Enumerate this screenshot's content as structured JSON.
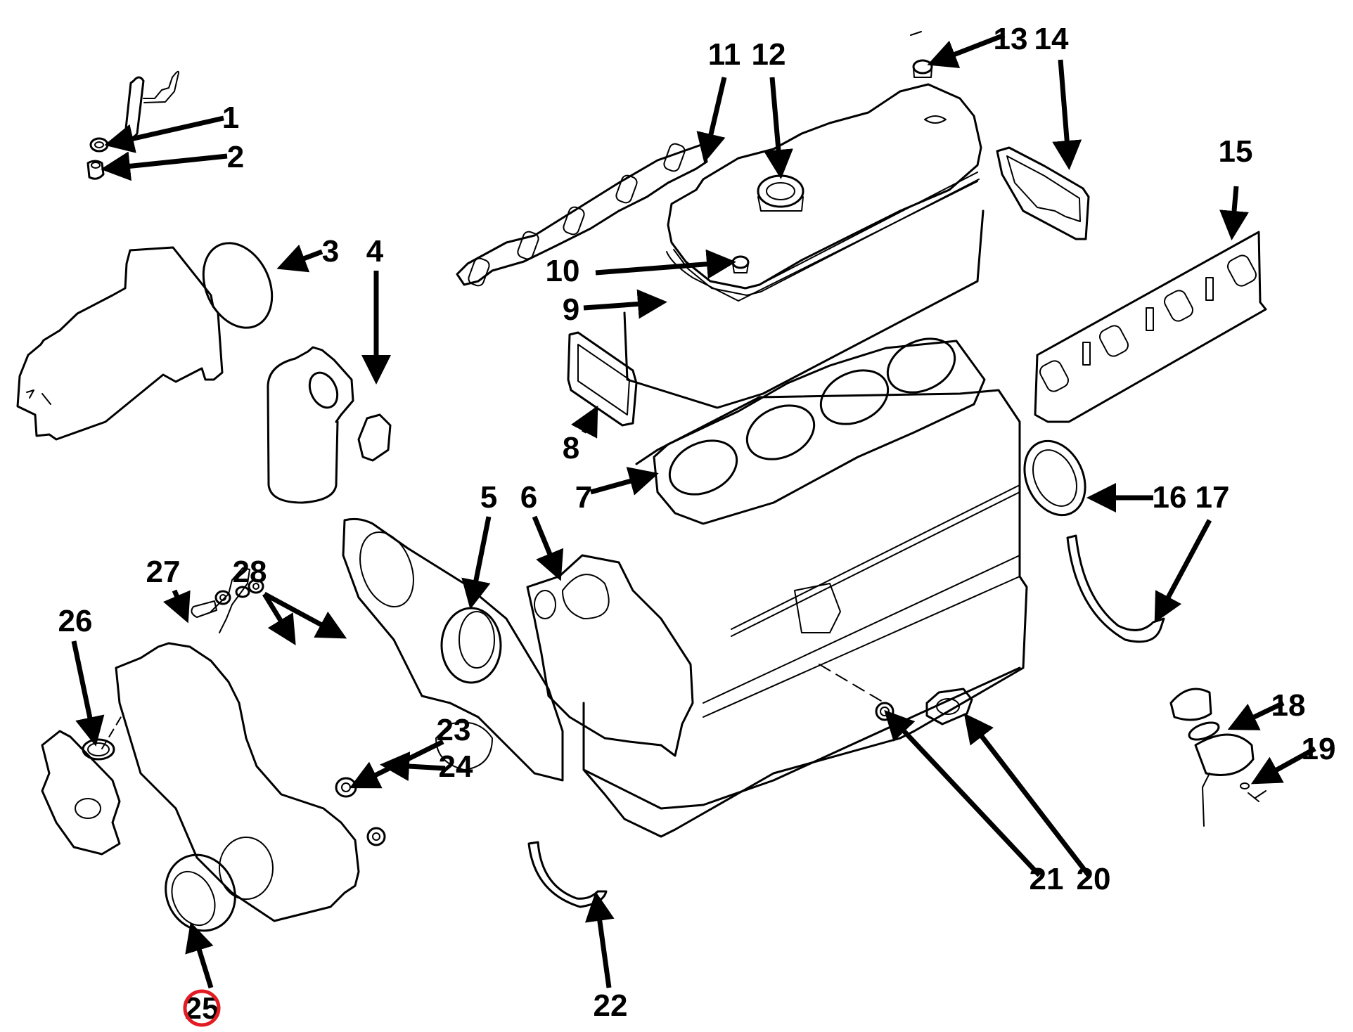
{
  "diagram": {
    "type": "exploded-parts-diagram",
    "subject": "engine gasket set",
    "highlight": {
      "callout": "25",
      "color": "#e31b23"
    },
    "callouts": [
      {
        "id": "1",
        "target": "injector-washer"
      },
      {
        "id": "2",
        "target": "injector-nut-seal"
      },
      {
        "id": "3",
        "target": "pump-o-ring"
      },
      {
        "id": "4",
        "target": "oil-filter-gasket"
      },
      {
        "id": "5",
        "target": "timing-cover-seal"
      },
      {
        "id": "6",
        "target": "front-plate-gasket"
      },
      {
        "id": "7",
        "target": "cylinder-head-gasket"
      },
      {
        "id": "8",
        "target": "thermostat-housing-gasket"
      },
      {
        "id": "9",
        "target": "rocker-cover-gasket"
      },
      {
        "id": "10",
        "target": "rocker-cover-bolt-seal"
      },
      {
        "id": "11",
        "target": "exhaust-manifold-gasket"
      },
      {
        "id": "12",
        "target": "oil-filler-cap-seal"
      },
      {
        "id": "13",
        "target": "rocker-cover-nut-seal"
      },
      {
        "id": "14",
        "target": "side-cover-gasket"
      },
      {
        "id": "15",
        "target": "intake-manifold-gasket"
      },
      {
        "id": "16",
        "target": "rear-crankshaft-seal"
      },
      {
        "id": "17",
        "target": "rear-main-seal-strip"
      },
      {
        "id": "18",
        "target": "sediment-bowl-gasket"
      },
      {
        "id": "19",
        "target": "drain-plug-washer"
      },
      {
        "id": "20",
        "target": "oil-pipe-flange-gasket"
      },
      {
        "id": "21",
        "target": "oil-pipe-o-ring"
      },
      {
        "id": "22",
        "target": "front-main-seal-strip"
      },
      {
        "id": "23",
        "target": "timing-cover-washer-upper"
      },
      {
        "id": "24",
        "target": "timing-cover-washer-lower"
      },
      {
        "id": "25",
        "target": "front-crankshaft-seal"
      },
      {
        "id": "26",
        "target": "water-pump-o-ring"
      },
      {
        "id": "27",
        "target": "timing-cover-gasket"
      },
      {
        "id": "28",
        "target": "bracket-washers"
      }
    ]
  }
}
